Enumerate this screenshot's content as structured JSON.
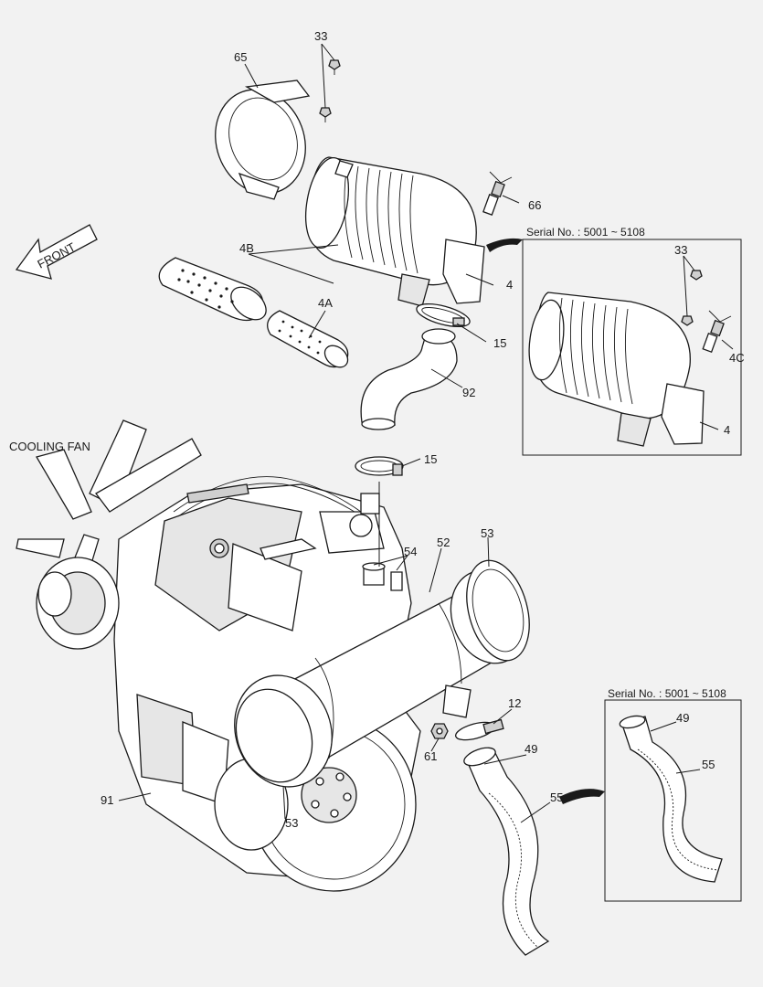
{
  "labels": {
    "front": "FRONT",
    "cooling_fan": "COOLING FAN",
    "serial_top": "Serial No. : 5001 ~ 5108",
    "serial_bottom": "Serial No. : 5001 ~ 5108",
    "p33_top": "33",
    "p65": "65",
    "p66": "66",
    "p4B": "4B",
    "p4A": "4A",
    "p4_main": "4",
    "p15_top": "15",
    "p92": "92",
    "p15_mid": "15",
    "p33_inset": "33",
    "p4C": "4C",
    "p4_inset": "4",
    "p53_top": "53",
    "p52": "52",
    "p54": "54",
    "p12": "12",
    "p61": "61",
    "p49_main": "49",
    "p55_main": "55",
    "p91": "91",
    "p53_bottom": "53",
    "p49_inset": "49",
    "p55_inset": "55"
  }
}
